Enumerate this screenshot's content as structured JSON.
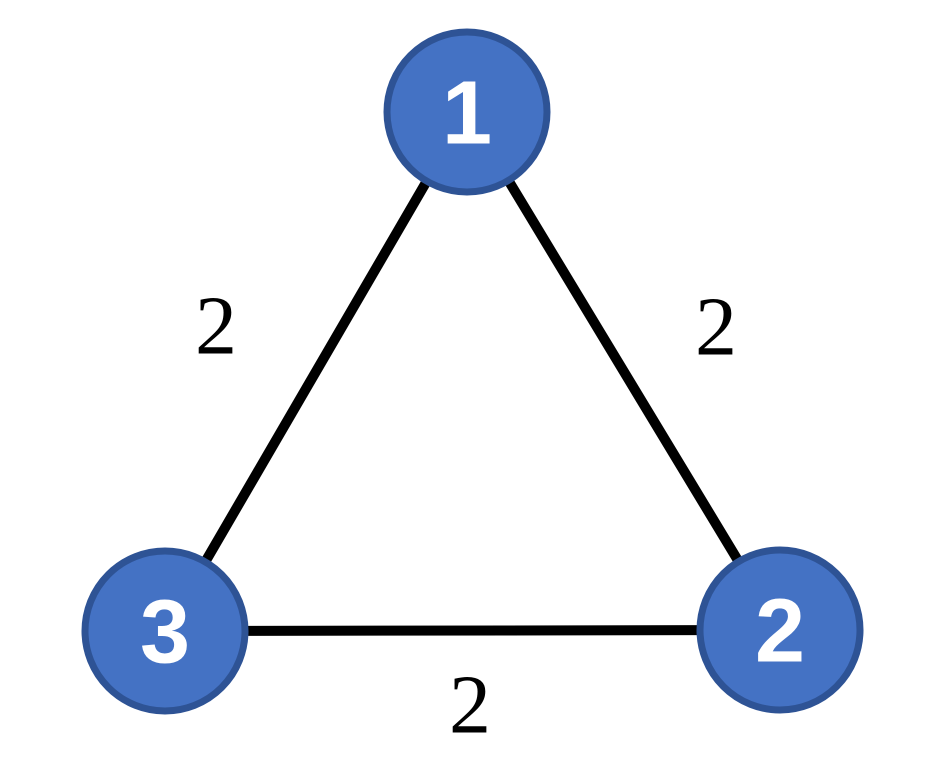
{
  "diagram": {
    "type": "undirected-weighted-graph",
    "background": "#FFFFFF"
  },
  "colors": {
    "node_fill": "#4472C4",
    "node_border": "#2E5395",
    "node_label_color": "#FFFFFF",
    "edge_color": "#000000",
    "edge_label_color": "#000000"
  },
  "graph": {
    "nodes": [
      {
        "id": "1",
        "label": "1"
      },
      {
        "id": "2",
        "label": "2"
      },
      {
        "id": "3",
        "label": "3"
      }
    ],
    "edges": [
      {
        "from": "1",
        "to": "3",
        "weight": "2"
      },
      {
        "from": "1",
        "to": "2",
        "weight": "2"
      },
      {
        "from": "3",
        "to": "2",
        "weight": "2"
      }
    ]
  }
}
